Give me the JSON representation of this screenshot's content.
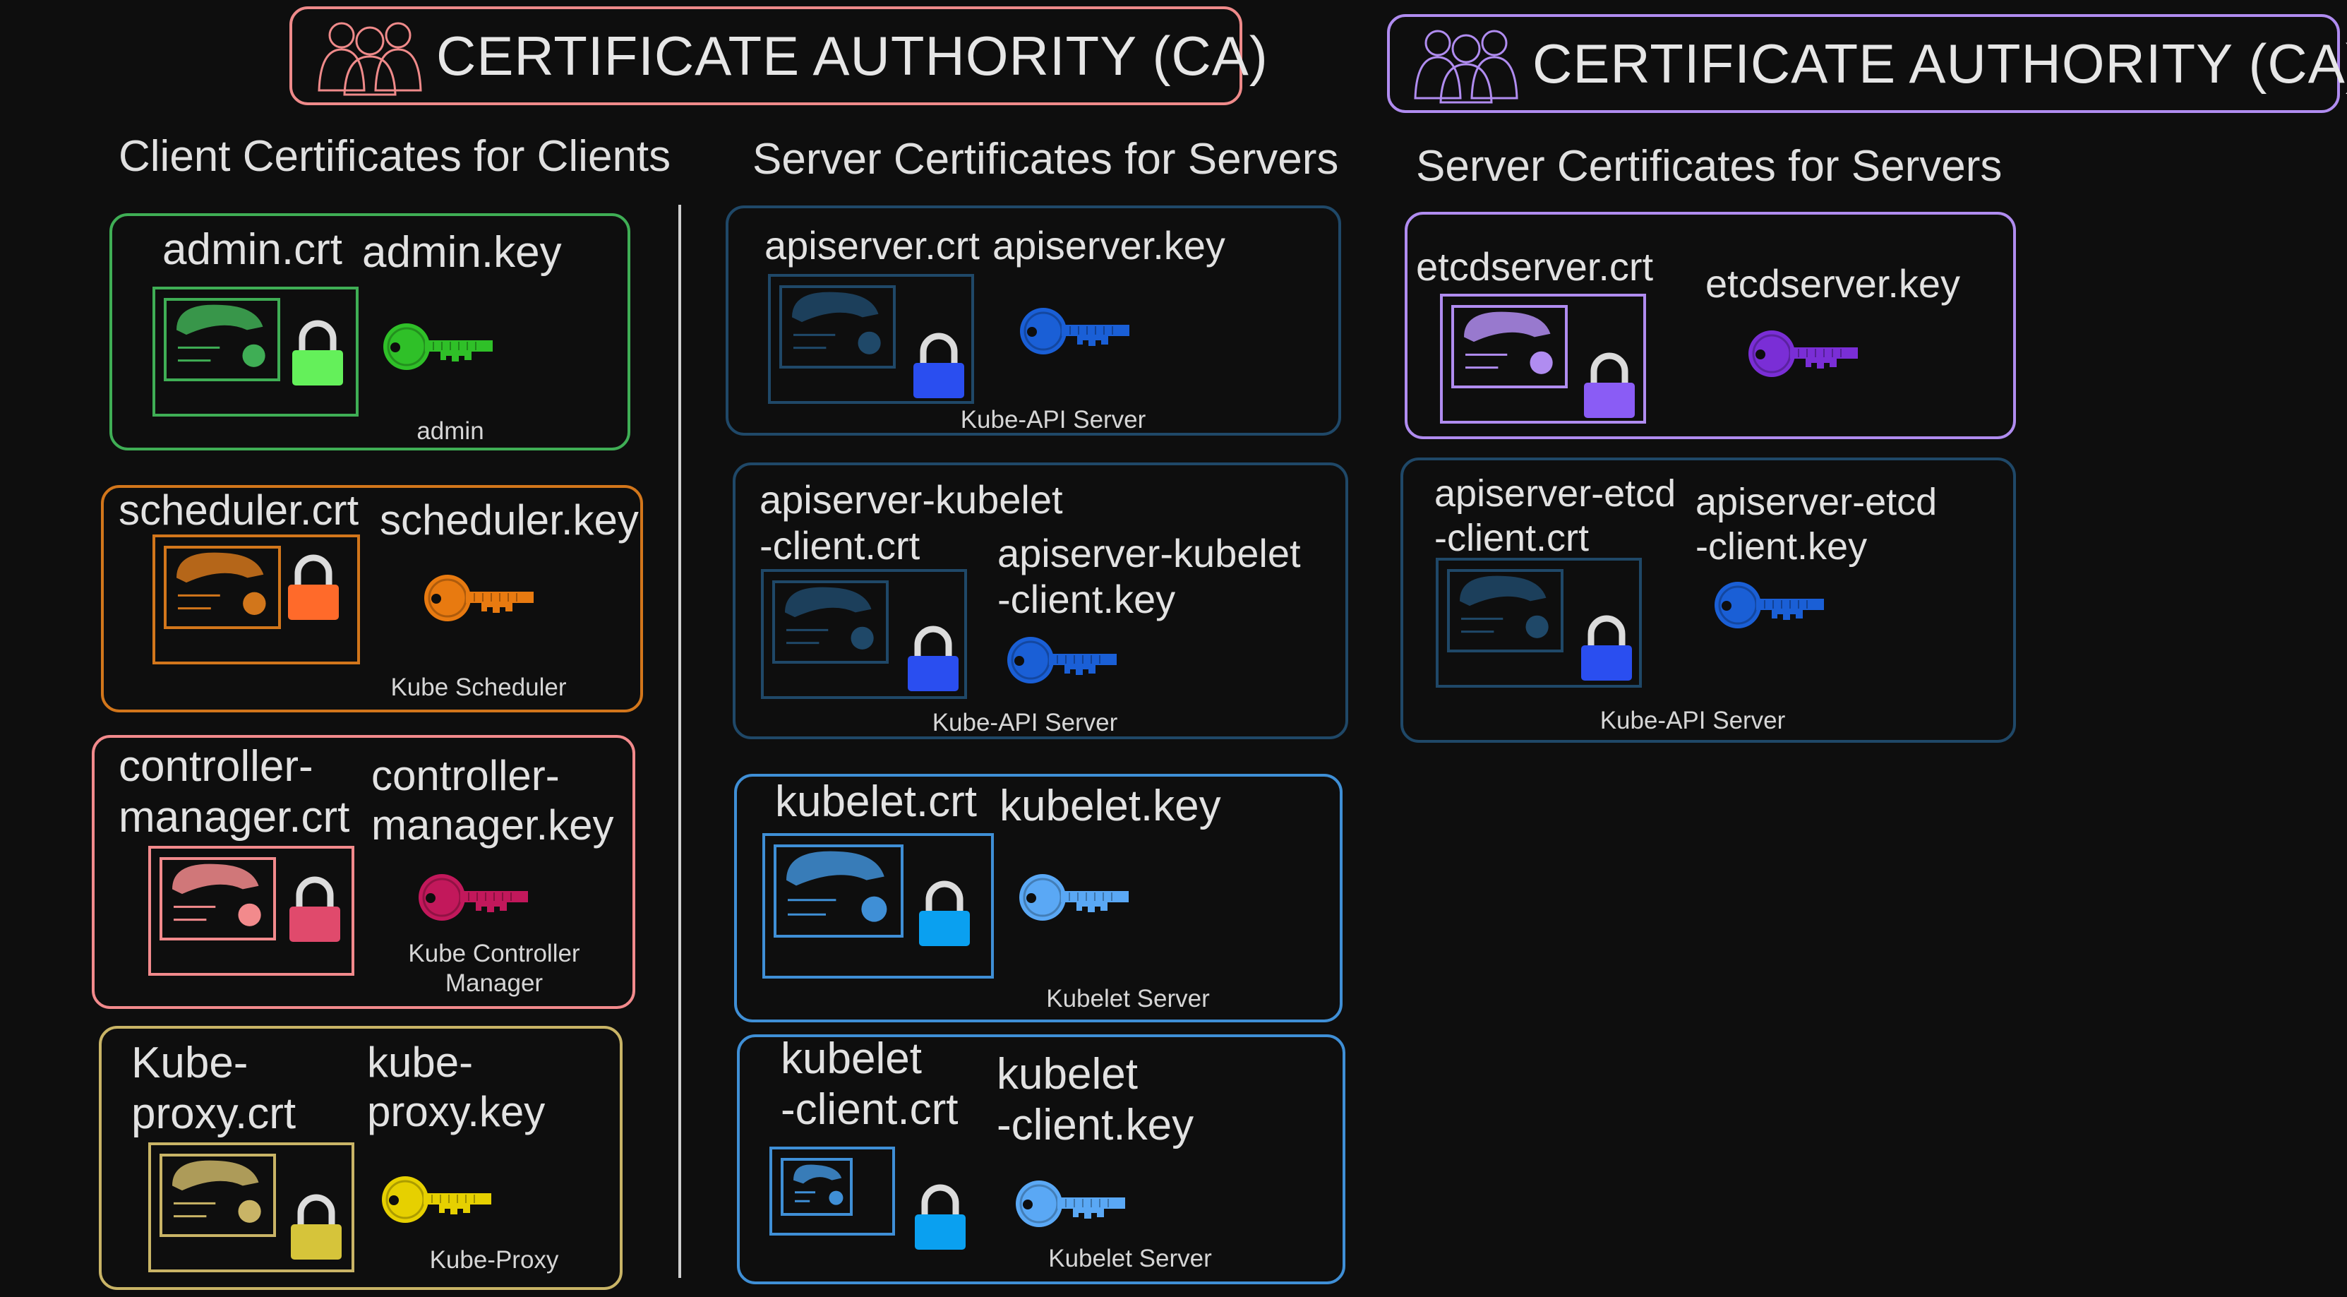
{
  "ca_left": {
    "title": "CERTIFICATE AUTHORITY (CA)",
    "icon": "people-group-icon",
    "color": "#ef8a8a"
  },
  "ca_right": {
    "title": "CERTIFICATE AUTHORITY (CA)",
    "icon": "people-group-icon",
    "color": "#b08cf0"
  },
  "sections": {
    "clients": "Client Certificates for Clients",
    "servers": "Server Certificates for Servers",
    "etcd_servers": "Server Certificates for Servers"
  },
  "client_cards": [
    {
      "crt": "admin.crt",
      "key": "admin.key",
      "label": "admin",
      "color": "#3fae55",
      "fill": "#64f05a",
      "key_color": "#2fc028"
    },
    {
      "crt": "scheduler.crt",
      "key": "scheduler.key",
      "label": "Kube Scheduler",
      "color": "#d2761b",
      "fill": "#ff6a2a",
      "key_color": "#e87a10"
    },
    {
      "crt": "controller-\nmanager.crt",
      "key": "controller-\nmanager.key",
      "label": "Kube Controller\nManager",
      "color": "#f28a8c",
      "fill": "#e04a6c",
      "key_color": "#c2185b"
    },
    {
      "crt": "Kube-\nproxy.crt",
      "key": "kube-\nproxy.key",
      "label": "Kube-Proxy",
      "color": "#c9b466",
      "fill": "#d6c43a",
      "key_color": "#e6d000"
    }
  ],
  "server_cards": [
    {
      "crt": "apiserver.crt",
      "key": "apiserver.key",
      "label": "Kube-API Server",
      "color": "#1f4868",
      "fill": "#2a4ef0",
      "key_color": "#1a5fd6"
    },
    {
      "crt": "apiserver-kubelet\n-client.crt",
      "key": "apiserver-kubelet\n-client.key",
      "label": "Kube-API Server",
      "color": "#1f4868",
      "fill": "#2a4ef0",
      "key_color": "#1a5fd6"
    },
    {
      "crt": "kubelet.crt",
      "key": "kubelet.key",
      "label": "Kubelet Server",
      "color": "#3f8fd6",
      "fill": "#0aa0f0",
      "key_color": "#5aa8f5"
    },
    {
      "crt": "kubelet\n-client.crt",
      "key": "kubelet\n-client.key",
      "label": "Kubelet Server",
      "color": "#3f8fd6",
      "fill": "#0aa0f0",
      "key_color": "#5aa8f5"
    }
  ],
  "etcd_cards": [
    {
      "crt": "etcdserver.crt",
      "key": "etcdserver.key",
      "label": "",
      "color": "#b08cf0",
      "fill": "#8a5cf5",
      "key_color": "#7a2ed6"
    },
    {
      "crt": "apiserver-etcd\n-client.crt",
      "key": "apiserver-etcd\n-client.key",
      "label": "Kube-API Server",
      "color": "#1f4868",
      "fill": "#2a4ef0",
      "key_color": "#1a5fd6"
    }
  ]
}
